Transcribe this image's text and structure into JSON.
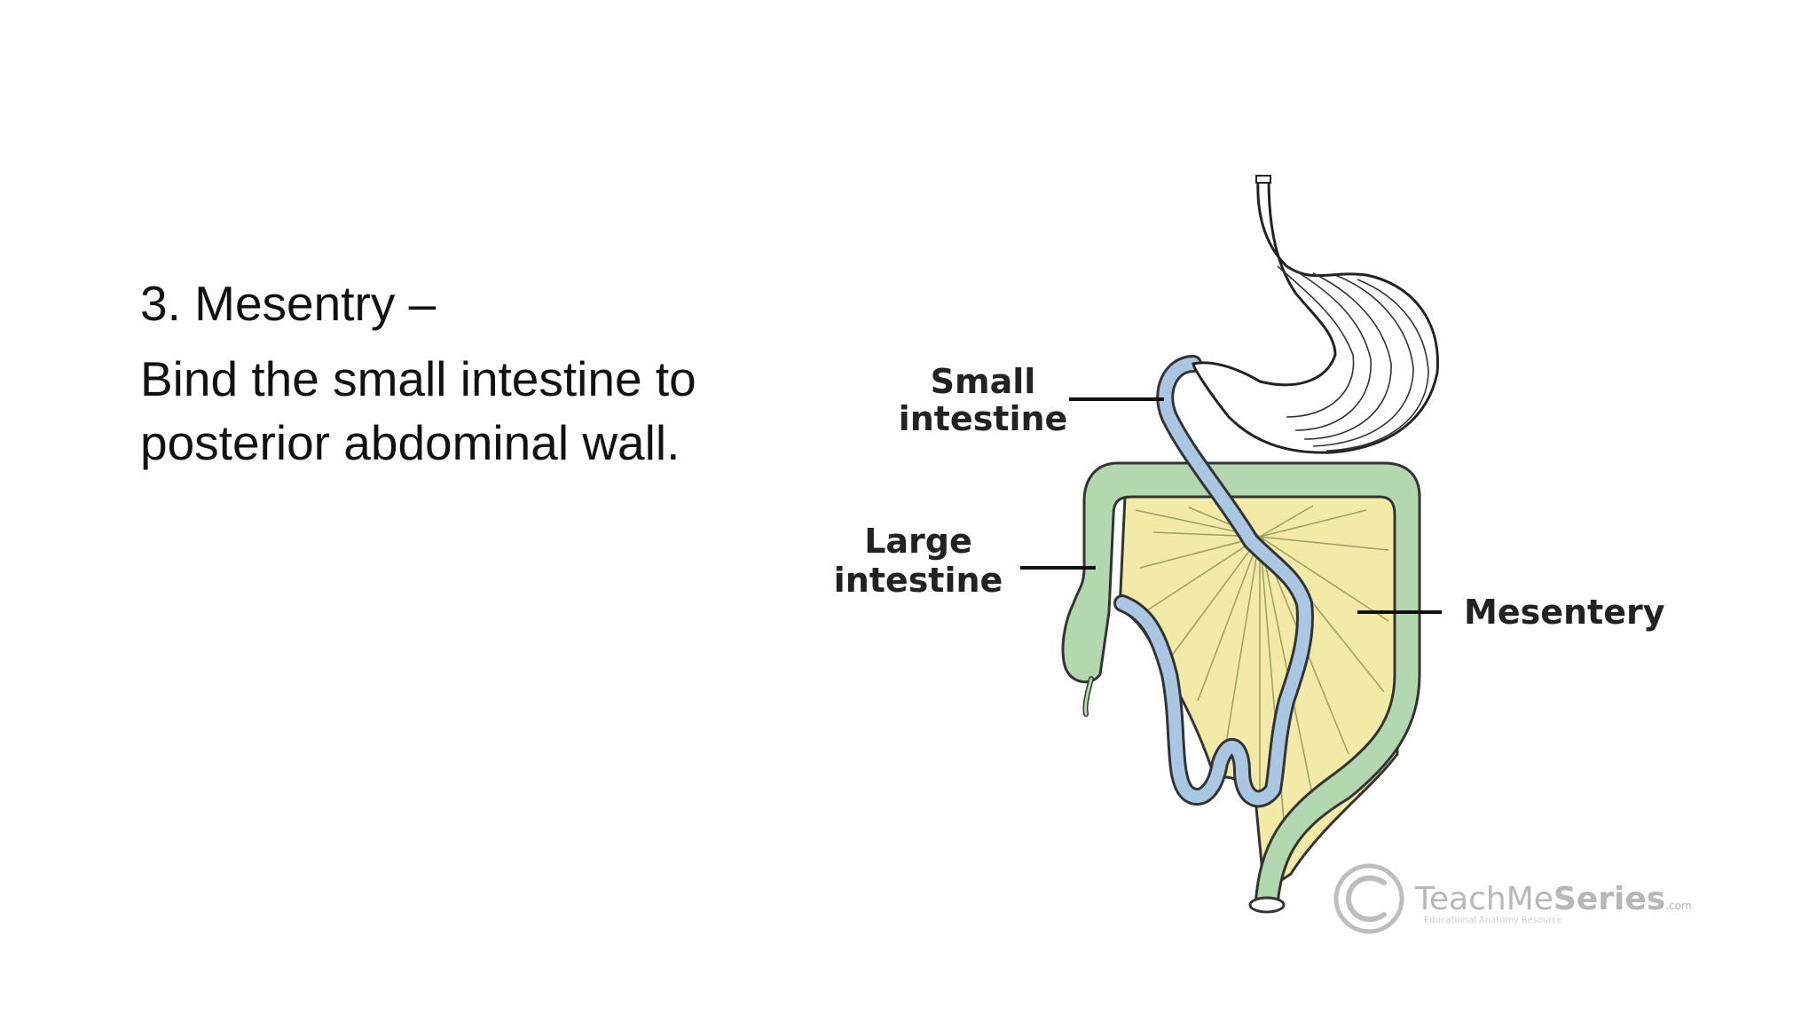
{
  "slide": {
    "heading": "3. Mesentry –",
    "body": "Bind the small intestine to posterior abdominal wall."
  },
  "diagram": {
    "labels": {
      "small_intestine_line1": "Small",
      "small_intestine_line2": "intestine",
      "large_intestine_line1": "Large",
      "large_intestine_line2": "intestine",
      "mesentery": "Mesentery"
    },
    "watermark": {
      "brand_light": "TeachMe",
      "brand_bold": "Series",
      "suffix": ".com",
      "tagline": "Educational Anatomy Resource"
    },
    "colors": {
      "stomach_fill": "#ffffff",
      "stomach_stroke": "#222222",
      "small_intestine": "#a9c7e3",
      "large_intestine": "#b3d8b0",
      "mesentery": "#f2eaa6",
      "outline": "#333333"
    }
  }
}
